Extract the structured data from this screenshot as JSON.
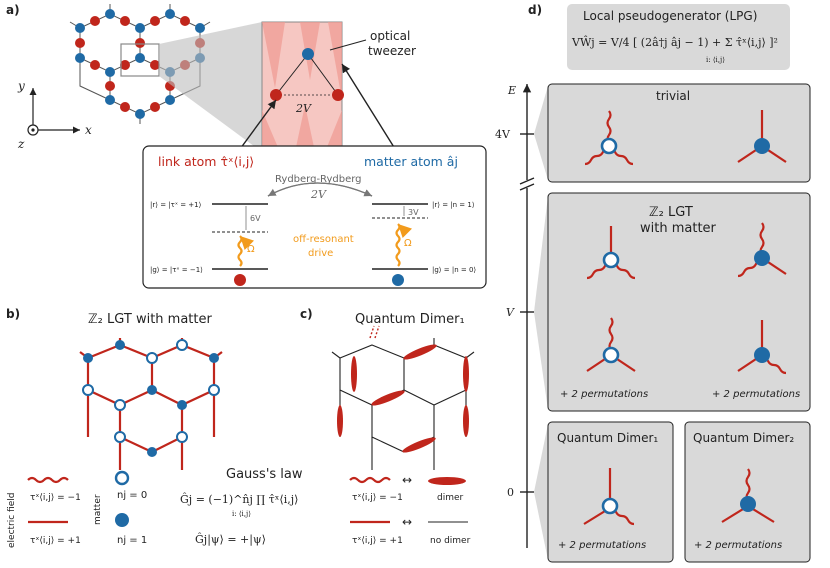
{
  "panels": {
    "a": "a)",
    "b": "b)",
    "c": "c)",
    "d": "d)"
  },
  "panel_a": {
    "axis_y": "y",
    "axis_x": "x",
    "axis_z": "z",
    "optical_tweezer": [
      "optical",
      "tweezer"
    ],
    "tweezer_label": "2V",
    "link_atom": "link atom τ̂ˣ⟨i,j⟩",
    "matter_atom": "matter atom âj",
    "rydberg": "Rydberg-Rydberg",
    "rydberg_2v": "2V",
    "link_r": "|r⟩ = |τˣ = +1⟩",
    "link_g": "|g⟩ = |τˣ = −1⟩",
    "matter_r": "|r⟩ = |n = 1⟩",
    "matter_g": "|g⟩ = |n = 0⟩",
    "six_v": "6V",
    "three_v": "3V",
    "omega": "Ω",
    "offres": [
      "off-resonant",
      "drive"
    ]
  },
  "panel_b": {
    "title": "ℤ₂ LGT with matter",
    "gauss": "Gauss's law",
    "electric_field": "electric field",
    "matter": "matter",
    "tau_neg": "τˣ⟨i,j⟩ = −1",
    "tau_pos": "τˣ⟨i,j⟩ = +1",
    "n0": "nj = 0",
    "n1": "nj = 1",
    "gauss_eq1": "Ĝj = (−1)^n̂j ∏ τ̂ˣ⟨i,j⟩",
    "gauss_sub": "i: ⟨i,j⟩",
    "gauss_eq2": "Ĝj|ψ⟩ = +|ψ⟩"
  },
  "panel_c": {
    "title": "Quantum Dimer₁",
    "tau_neg": "τˣ⟨i,j⟩ = −1",
    "tau_pos": "τˣ⟨i,j⟩ = +1",
    "arrow": "↔",
    "dimer": "dimer",
    "no_dimer": "no dimer"
  },
  "panel_d": {
    "lpg_title": "Local pseudogenerator (LPG)",
    "lpg_eq": "VŴj = V/4 [ (2â†j âj − 1) + Σ τ̂ˣ⟨i,j⟩ ]²",
    "lpg_sub": "i: ⟨i,j⟩",
    "axis_E": "E",
    "tick_4V": "4V",
    "tick_V": "V",
    "tick_0": "0",
    "trivial": "trivial",
    "lgt_title_1": "ℤ₂ LGT",
    "lgt_title_2": "with matter",
    "perm": "+ 2 permutations",
    "qd1": "Quantum Dimer₁",
    "qd2": "Quantum Dimer₂"
  },
  "colors": {
    "red": "#c0261c",
    "blue": "#1f6aa5",
    "orange": "#f29b1c",
    "gray_box": "#d9d9d9"
  }
}
